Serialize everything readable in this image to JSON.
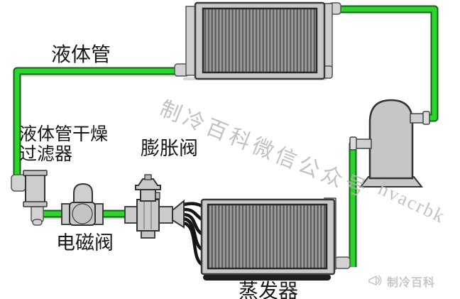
{
  "labels": {
    "liquid_pipe": "液体管",
    "filter_drier_line1": "液体管干燥",
    "filter_drier_line2": "过滤器",
    "expansion_valve": "膨胀阀",
    "solenoid_valve": "电磁阀",
    "evaporator": "蒸发器"
  },
  "watermarks": {
    "diagonal": "制冷百科微信公众号",
    "handle": "hvacrbk"
  },
  "logo": {
    "brand": "制冷百科"
  },
  "colors": {
    "background": "#ffffff",
    "pipe_green": "#2fd32f",
    "pipe_green_dark": "#0e6612",
    "equipment_gray": "#c9c9c9",
    "connector_gray": "#d2d2d2",
    "fin_dark": "#5c5c5c",
    "fin_light": "#a0a0a0",
    "outline": "#333333",
    "tube_black": "#151515",
    "evaporator_shadow": "#1e1e1e",
    "watermark_gray": "#b3b3b3",
    "logo_gray": "#c7c7c7"
  }
}
